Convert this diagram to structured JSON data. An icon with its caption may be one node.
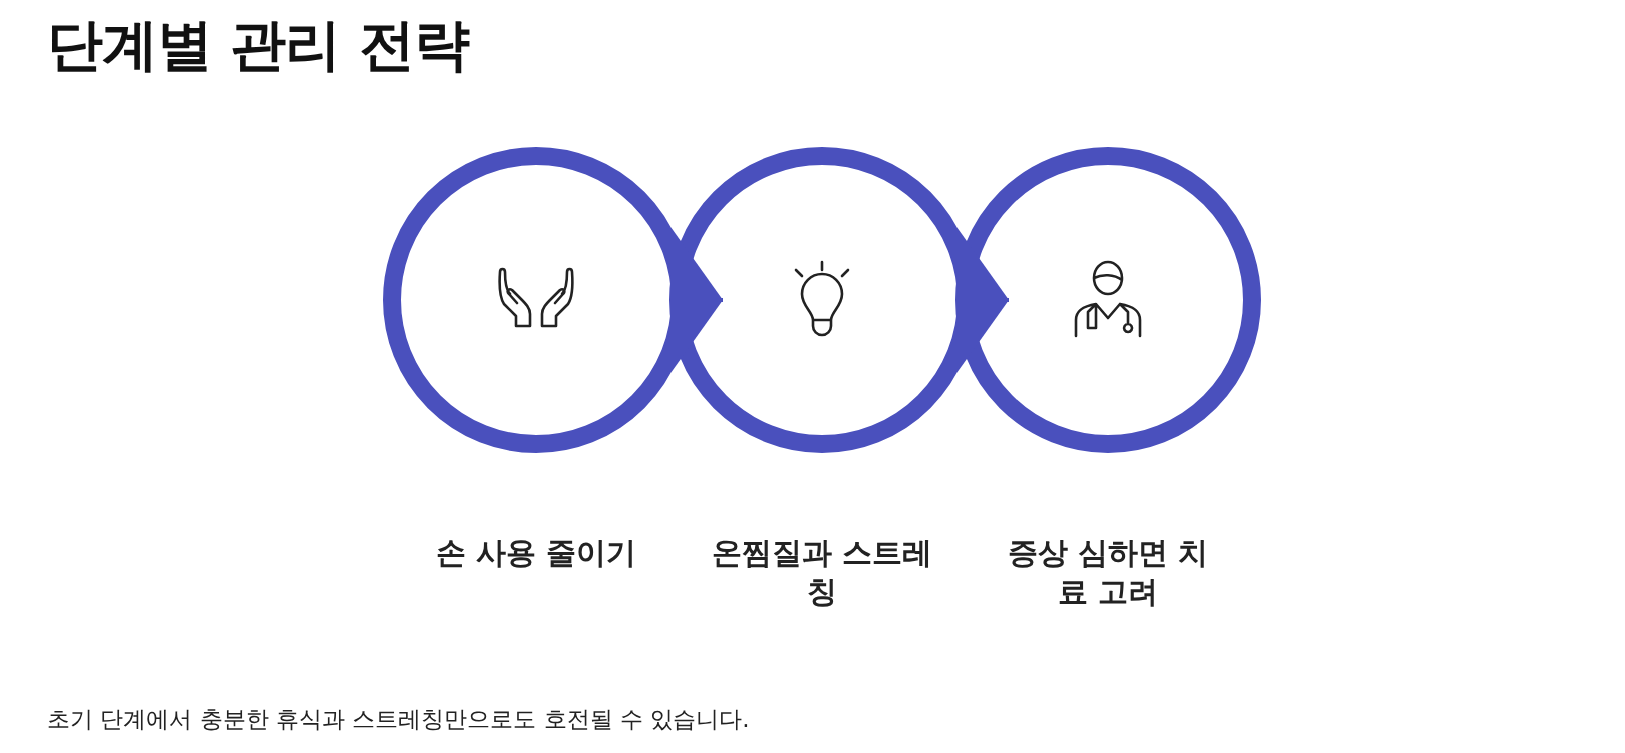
{
  "diagram": {
    "title": "단계별 관리 전략",
    "nodes": [
      {
        "text": [
          "손 사용 줄이기"
        ]
      },
      {
        "text": [
          "온찜질과 스트레칭"
        ]
      },
      {
        "text": [
          "증상 심하면 치료 고려"
        ]
      }
    ],
    "edges": [
      {
        "from": 0,
        "to": 1,
        "arrow": "to"
      },
      {
        "from": 1,
        "to": 2,
        "arrow": "to"
      }
    ],
    "caption": "초기 단계에서 충분한 휴식과 스트레칭만으로도 호전될 수 있습니다."
  }
}
